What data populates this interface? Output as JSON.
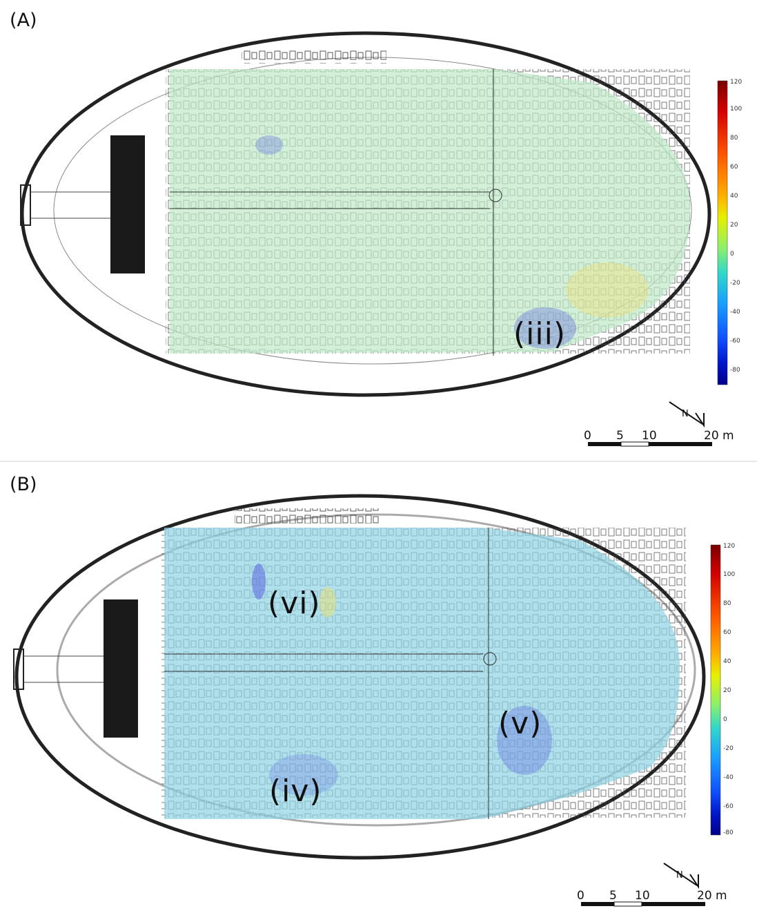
{
  "panels": [
    {
      "label": "(A)",
      "callouts": [
        "(iii)"
      ]
    },
    {
      "label": "(B)",
      "callouts": [
        "(vi)",
        "(iv)",
        "(v)"
      ]
    }
  ],
  "colorbar": {
    "ticks": [
      "120",
      "100",
      "80",
      "60",
      "40",
      "20",
      "0",
      "-20",
      "-40",
      "-60",
      "-80"
    ],
    "colors": [
      "#7a0000",
      "#d40000",
      "#ff5a00",
      "#ffb000",
      "#e6f000",
      "#8ef06a",
      "#32d8c8",
      "#1aa0ff",
      "#1050ff",
      "#0014c8",
      "#00008a"
    ]
  },
  "north_arrow": {
    "label": "N",
    "icon": "north-arrow-icon"
  },
  "scale_bar": {
    "ticks": [
      "0",
      "5",
      "10",
      "20 m"
    ]
  },
  "overlay_colors": {
    "panel_a": "#bfe8c8",
    "panel_b": "#8fd3e4",
    "anomaly_low": "#5a66e0",
    "anomaly_high": "#f4e060"
  }
}
